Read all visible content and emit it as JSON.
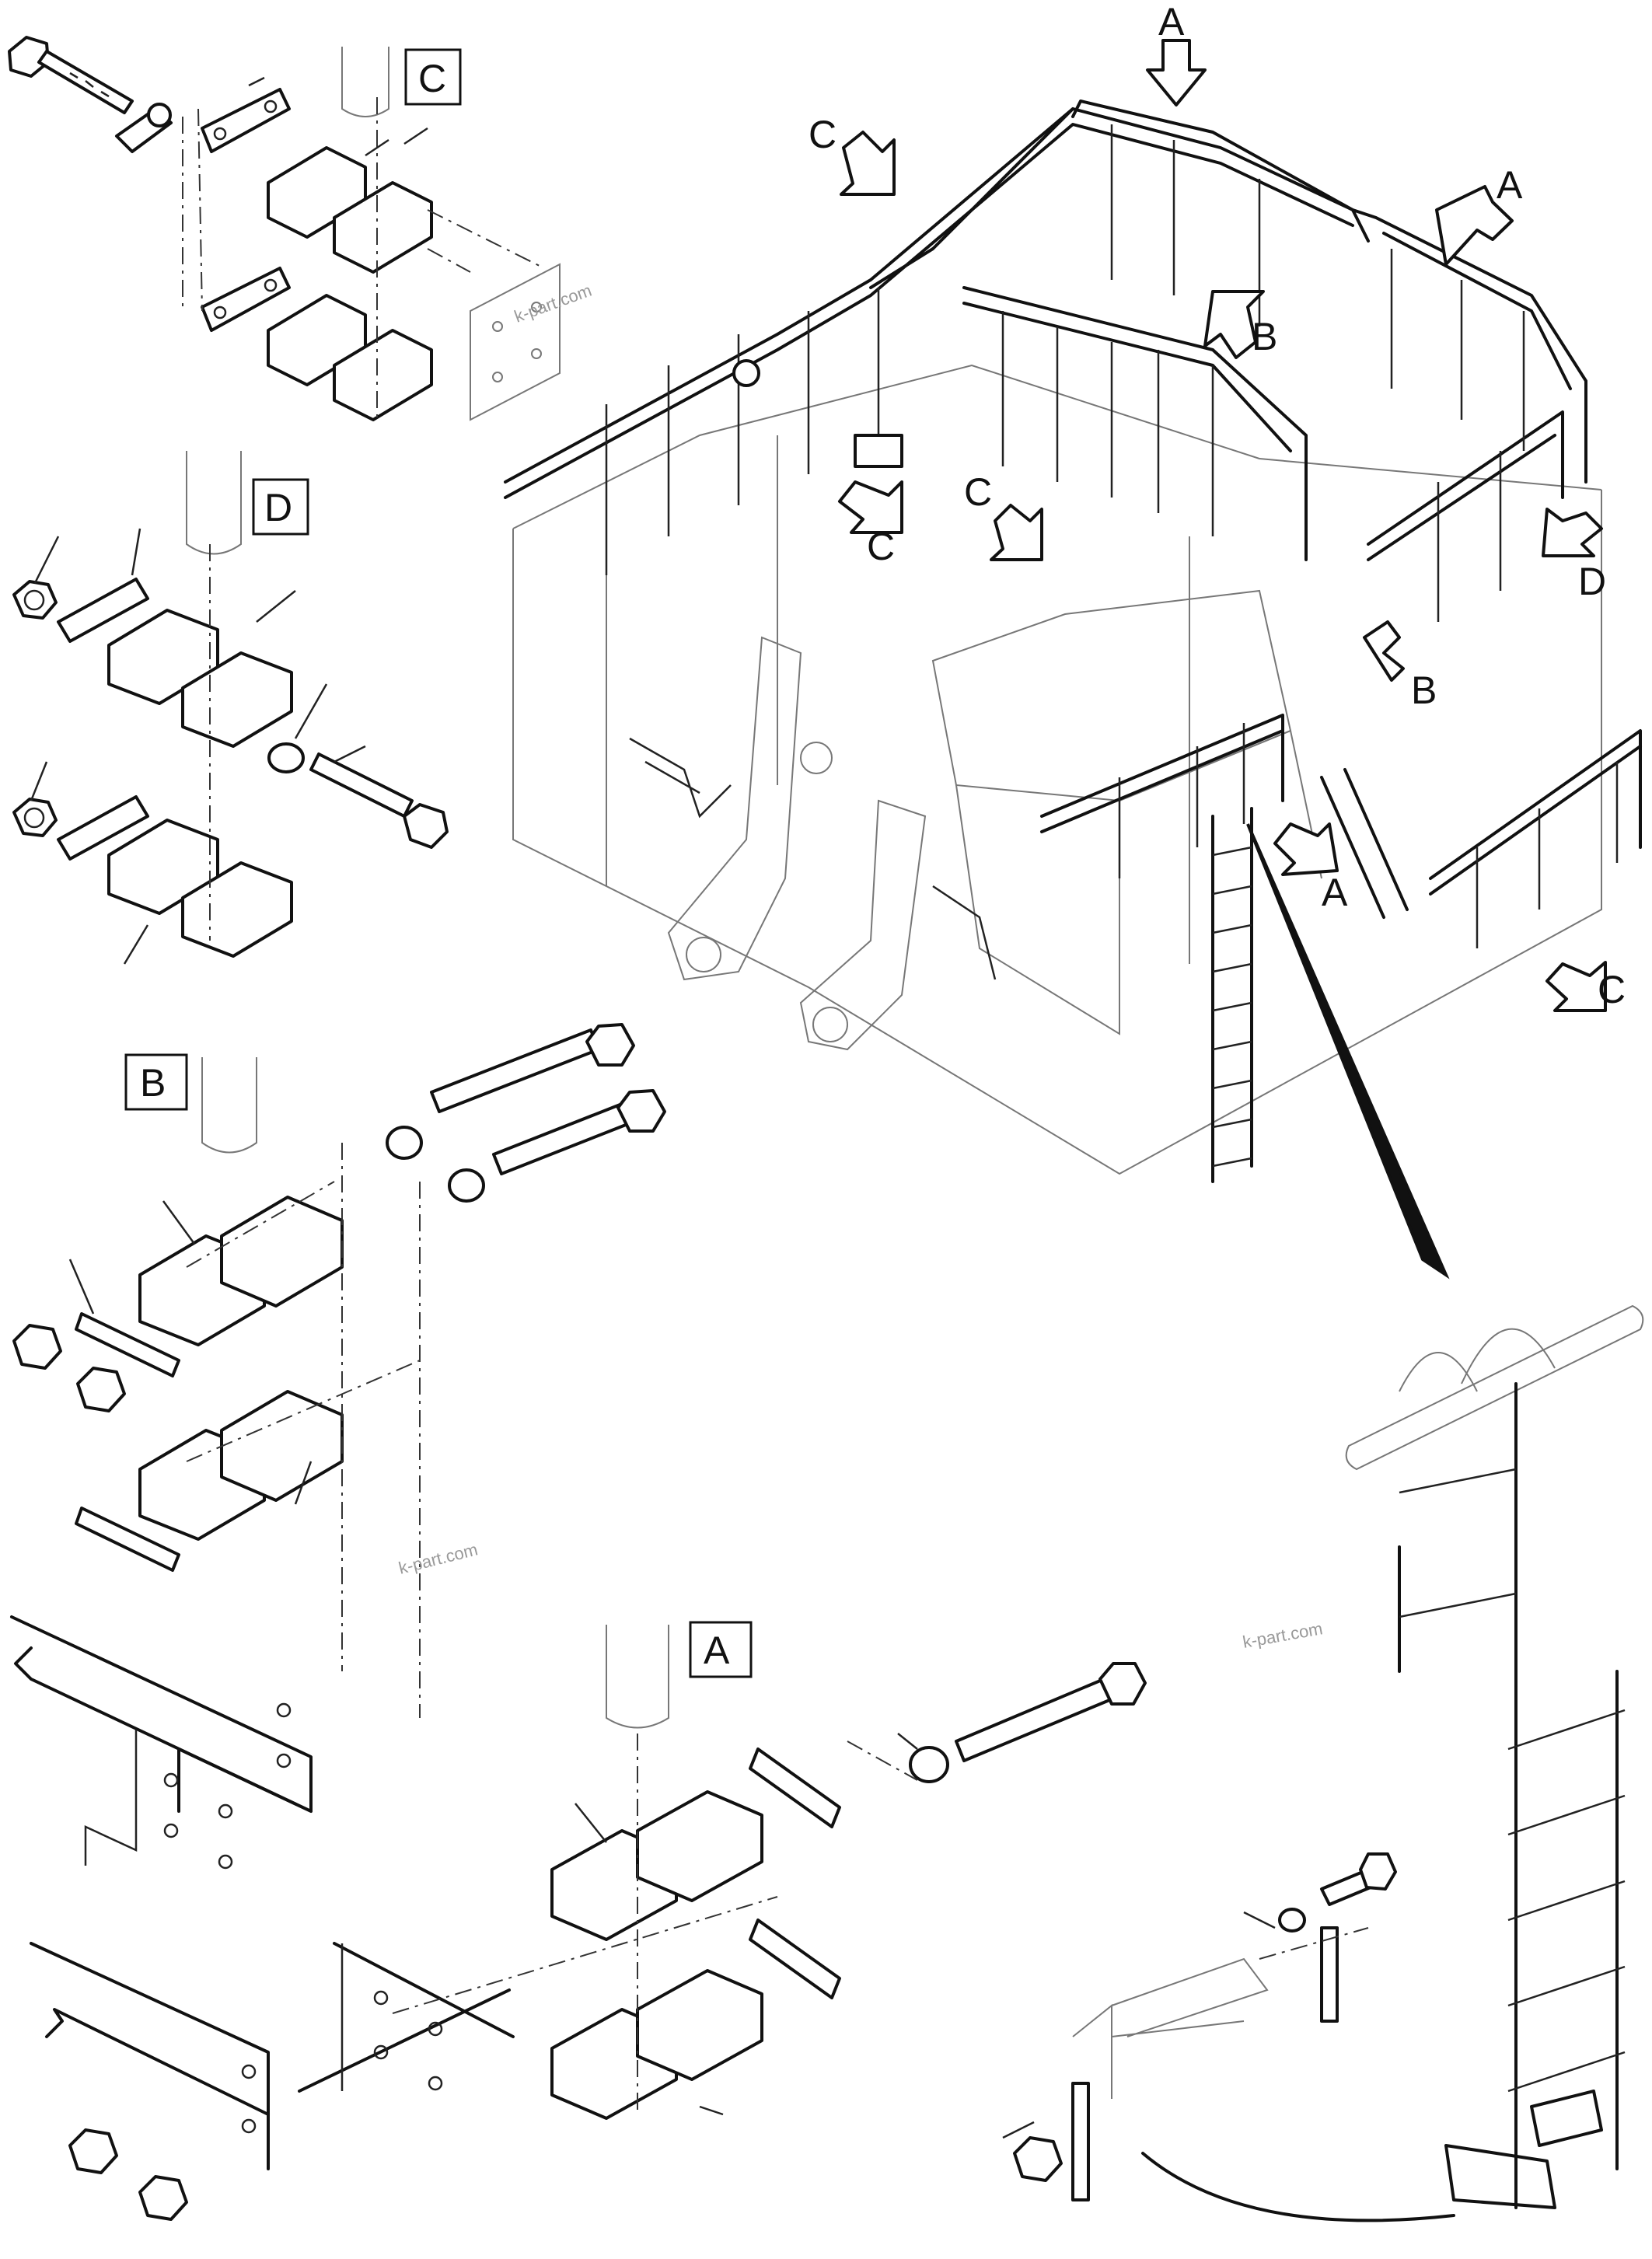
{
  "callouts": {
    "a": "A",
    "b": "B",
    "c": "C",
    "d": "D"
  },
  "detail_boxes": {
    "c": "C",
    "d": "D",
    "b": "B",
    "a": "A"
  },
  "watermark": "k-part.com"
}
